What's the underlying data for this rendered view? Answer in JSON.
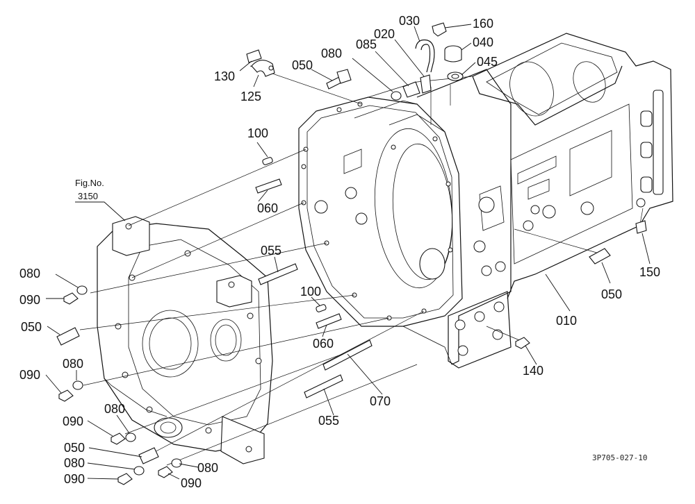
{
  "figure": {
    "fig_ref_label": "Fig.No.",
    "fig_ref_number": "3150",
    "drawing_code": "3P705-027-10"
  },
  "callouts": [
    {
      "id": "c130",
      "text": "130"
    },
    {
      "id": "c125",
      "text": "125"
    },
    {
      "id": "c050a",
      "text": "050"
    },
    {
      "id": "c080a",
      "text": "080"
    },
    {
      "id": "c085",
      "text": "085"
    },
    {
      "id": "c020",
      "text": "020"
    },
    {
      "id": "c030",
      "text": "030"
    },
    {
      "id": "c160",
      "text": "160"
    },
    {
      "id": "c040",
      "text": "040"
    },
    {
      "id": "c045",
      "text": "045"
    },
    {
      "id": "c100a",
      "text": "100"
    },
    {
      "id": "c060a",
      "text": "060"
    },
    {
      "id": "c055a",
      "text": "055"
    },
    {
      "id": "c080b",
      "text": "080"
    },
    {
      "id": "c090a",
      "text": "090"
    },
    {
      "id": "c050b",
      "text": "050"
    },
    {
      "id": "c100b",
      "text": "100"
    },
    {
      "id": "c060b",
      "text": "060"
    },
    {
      "id": "c080c",
      "text": "080"
    },
    {
      "id": "c090b",
      "text": "090"
    },
    {
      "id": "c080d",
      "text": "080"
    },
    {
      "id": "c090c",
      "text": "090"
    },
    {
      "id": "c050c",
      "text": "050"
    },
    {
      "id": "c080e",
      "text": "080"
    },
    {
      "id": "c090d",
      "text": "090"
    },
    {
      "id": "c080f",
      "text": "080"
    },
    {
      "id": "c090e",
      "text": "090"
    },
    {
      "id": "c070",
      "text": "070"
    },
    {
      "id": "c055b",
      "text": "055"
    },
    {
      "id": "c140",
      "text": "140"
    },
    {
      "id": "c010",
      "text": "010"
    },
    {
      "id": "c050d",
      "text": "050"
    },
    {
      "id": "c150",
      "text": "150"
    }
  ]
}
